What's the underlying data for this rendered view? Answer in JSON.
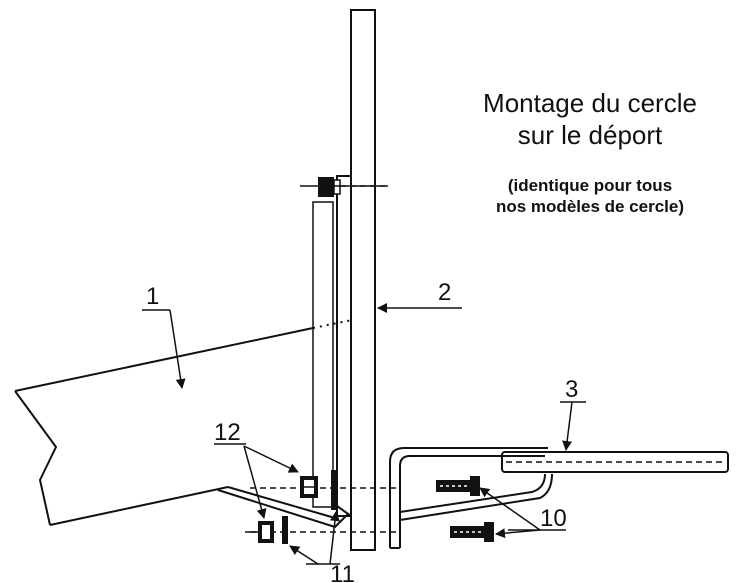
{
  "title": {
    "line1": "Montage du cercle",
    "line2": "sur le déport"
  },
  "subtitle": {
    "line1": "(identique pour tous",
    "line2": "nos modèles de cercle)"
  },
  "labels": {
    "l1": "1",
    "l2": "2",
    "l3": "3",
    "l10": "10",
    "l11": "11",
    "l12": "12"
  }
}
